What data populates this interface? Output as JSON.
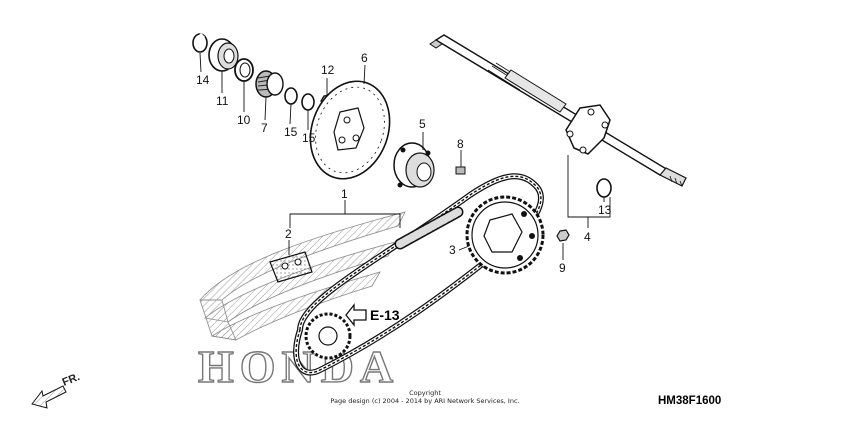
{
  "callouts": [
    {
      "id": "14",
      "label": "14"
    },
    {
      "id": "11",
      "label": "11"
    },
    {
      "id": "10",
      "label": "10"
    },
    {
      "id": "7",
      "label": "7"
    },
    {
      "id": "15a",
      "label": "15"
    },
    {
      "id": "15b",
      "label": "15"
    },
    {
      "id": "12",
      "label": "12"
    },
    {
      "id": "6",
      "label": "6"
    },
    {
      "id": "5",
      "label": "5"
    },
    {
      "id": "8",
      "label": "8"
    },
    {
      "id": "1",
      "label": "1"
    },
    {
      "id": "2",
      "label": "2"
    },
    {
      "id": "3",
      "label": "3"
    },
    {
      "id": "9",
      "label": "9"
    },
    {
      "id": "4",
      "label": "4"
    },
    {
      "id": "13",
      "label": "13"
    }
  ],
  "reference": {
    "label": "E-13"
  },
  "direction": {
    "label": "FR."
  },
  "logo": {
    "text": "HONDA"
  },
  "copyright": {
    "line1": "Copyright",
    "line2": "Page design (c) 2004 - 2014 by ARI Network Services, Inc."
  },
  "diagram_code": "HM38F1600",
  "colors": {
    "ink": "#111111",
    "logo": "#777777",
    "background": "#ffffff"
  }
}
